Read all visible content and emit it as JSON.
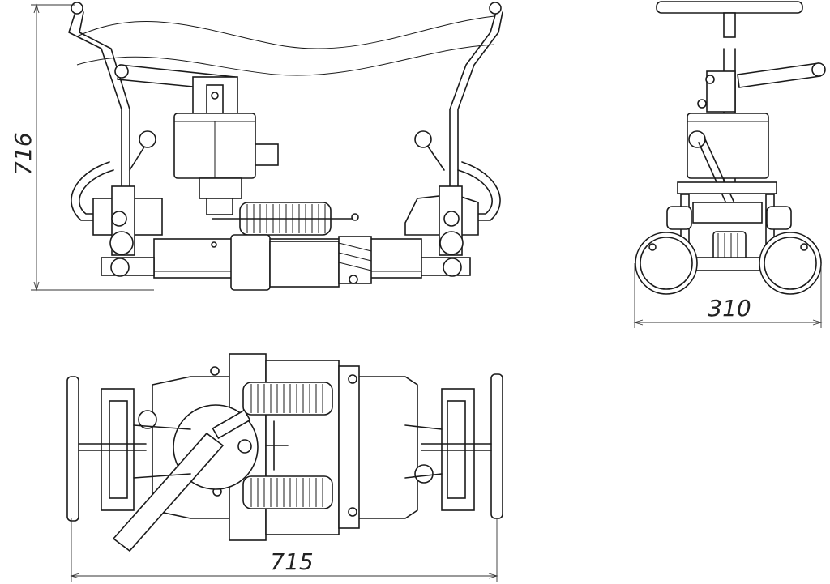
{
  "drawing": {
    "views": [
      {
        "name": "front",
        "dimension_label": "716"
      },
      {
        "name": "side",
        "dimension_label": "310"
      },
      {
        "name": "top",
        "dimension_label": "715"
      }
    ]
  }
}
